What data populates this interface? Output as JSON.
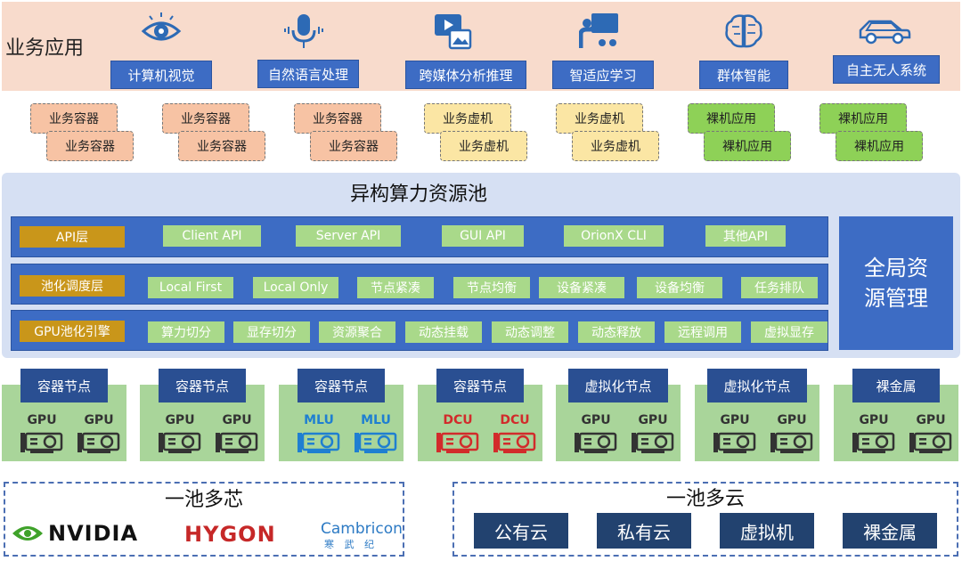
{
  "header": {
    "title": "业务应用"
  },
  "apps": [
    {
      "label": "计算机视觉",
      "icon": "eye-icon"
    },
    {
      "label": "自然语言处理",
      "icon": "microphone-icon"
    },
    {
      "label": "跨媒体分析推理",
      "icon": "media-icon"
    },
    {
      "label": "智适应学习",
      "icon": "presenter-icon"
    },
    {
      "label": "群体智能",
      "icon": "brain-icon"
    },
    {
      "label": "自主无人系统",
      "icon": "car-icon"
    }
  ],
  "workloads": [
    {
      "back": "业务容器",
      "front": "业务容器",
      "kind": "orange"
    },
    {
      "back": "业务容器",
      "front": "业务容器",
      "kind": "orange"
    },
    {
      "back": "业务容器",
      "front": "业务容器",
      "kind": "orange"
    },
    {
      "back": "业务虚机",
      "front": "业务虚机",
      "kind": "yellow"
    },
    {
      "back": "业务虚机",
      "front": "业务虚机",
      "kind": "yellow"
    },
    {
      "back": "裸机应用",
      "front": "裸机应用",
      "kind": "green"
    },
    {
      "back": "裸机应用",
      "front": "裸机应用",
      "kind": "green"
    }
  ],
  "pool": {
    "title": "异构算力资源池",
    "global_line1": "全局资",
    "global_line2": "源管理",
    "layers": [
      {
        "label": "API层",
        "items": [
          "Client API",
          "Server API",
          "GUI API",
          "OrionX CLI",
          "其他API"
        ]
      },
      {
        "label": "池化调度层",
        "items": [
          "Local First",
          "Local Only",
          "节点紧凑",
          "节点均衡",
          "设备紧凑",
          "设备均衡",
          "任务排队"
        ]
      },
      {
        "label": "GPU池化引擎",
        "items": [
          "算力切分",
          "显存切分",
          "资源聚合",
          "动态挂载",
          "动态调整",
          "动态释放",
          "远程调用",
          "虚拟显存"
        ]
      }
    ]
  },
  "nodes": [
    {
      "title": "容器节点",
      "chips": [
        "GPU",
        "GPU"
      ],
      "color": "#333333"
    },
    {
      "title": "容器节点",
      "chips": [
        "GPU",
        "GPU"
      ],
      "color": "#333333"
    },
    {
      "title": "容器节点",
      "chips": [
        "MLU",
        "MLU"
      ],
      "color": "#1f7fd1"
    },
    {
      "title": "容器节点",
      "chips": [
        "DCU",
        "DCU"
      ],
      "color": "#d22b2b"
    },
    {
      "title": "虚拟化节点",
      "chips": [
        "GPU",
        "GPU"
      ],
      "color": "#333333"
    },
    {
      "title": "虚拟化节点",
      "chips": [
        "GPU",
        "GPU"
      ],
      "color": "#333333"
    },
    {
      "title": "裸金属",
      "chips": [
        "GPU",
        "GPU"
      ],
      "color": "#333333"
    }
  ],
  "multichip": {
    "title": "一池多芯",
    "brands": {
      "nvidia": "NVIDIA",
      "hygon": "HYGON",
      "cambricon": "Cambricon",
      "cambricon_cn": "寒 武 纪"
    }
  },
  "multicloud": {
    "title": "一池多云",
    "items": [
      "公有云",
      "私有云",
      "虚拟机",
      "裸金属"
    ]
  },
  "colors": {
    "band": "#f8dbcc",
    "blue": "#3d6cc4",
    "gold": "#c9961a",
    "chip_green": "#a9d98a",
    "node_green": "#a9d59a",
    "node_header": "#2a4f92",
    "cloud_btn": "#22426f"
  }
}
